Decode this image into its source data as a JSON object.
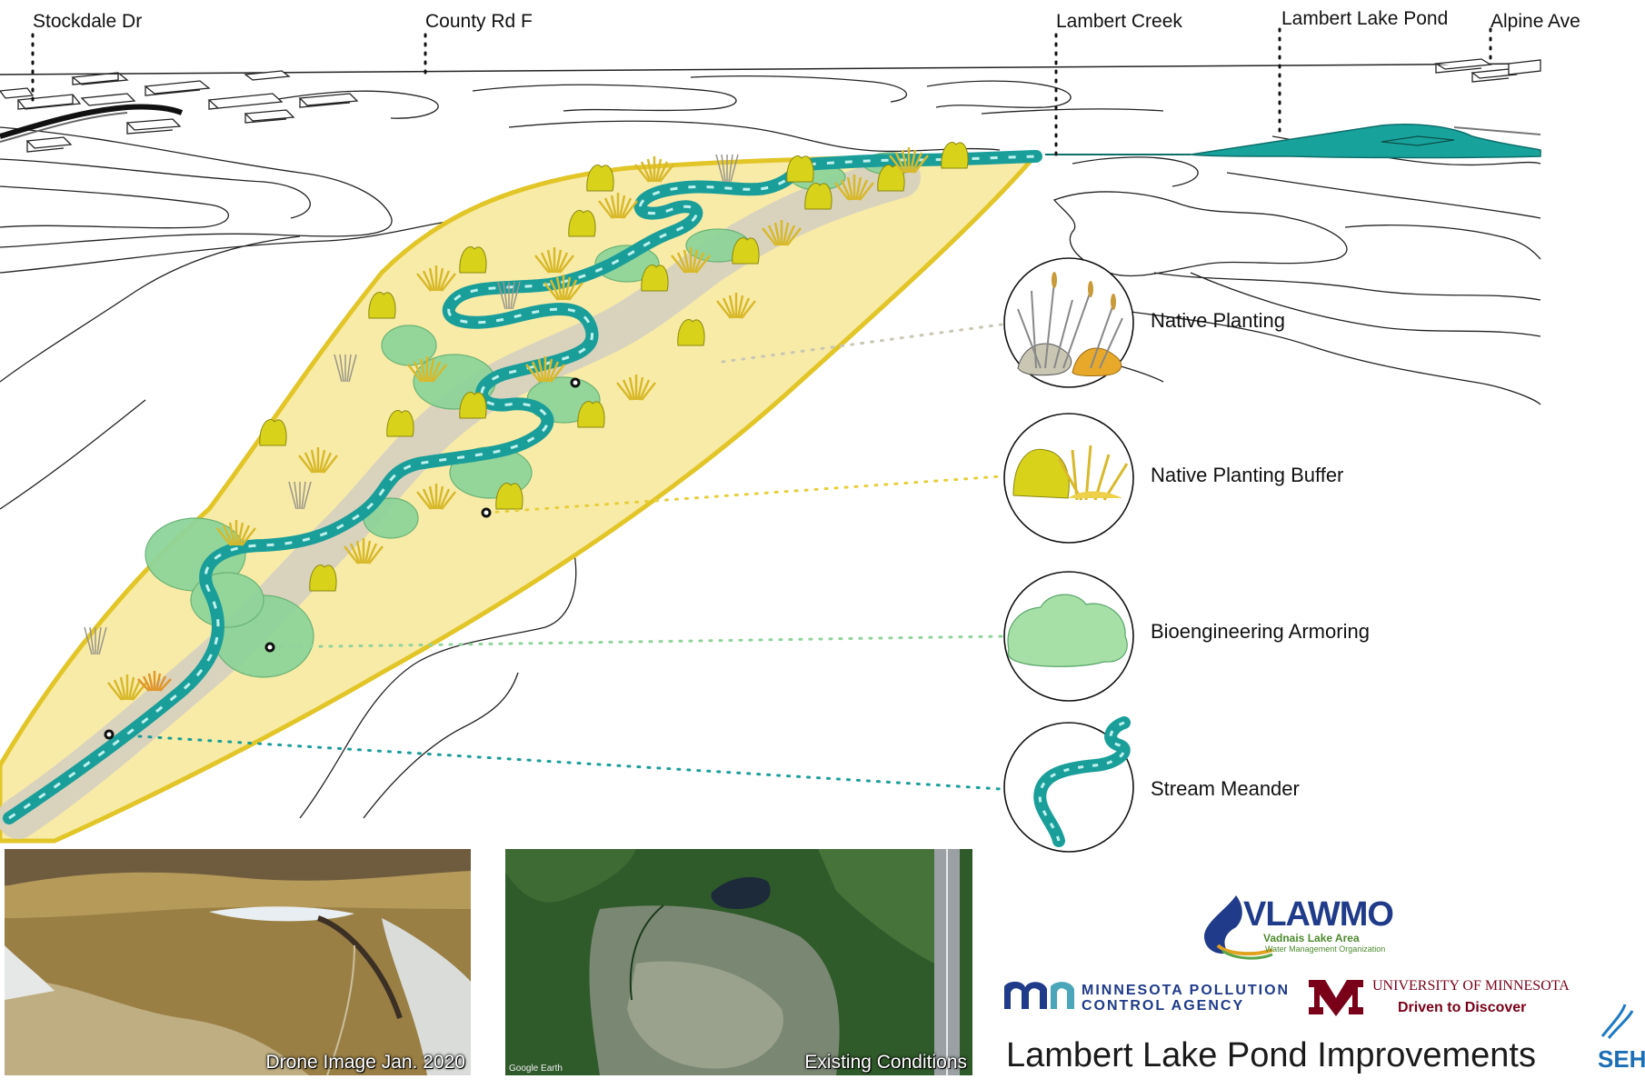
{
  "road_labels": [
    {
      "key": "stockdale",
      "text": "Stockdale Dr"
    },
    {
      "key": "countyf",
      "text": "County Rd F"
    },
    {
      "key": "lambertcreek",
      "text": "Lambert Creek"
    },
    {
      "key": "lambertpond",
      "text": "Lambert Lake Pond"
    },
    {
      "key": "alpine",
      "text": "Alpine Ave"
    }
  ],
  "legend": [
    {
      "key": "native",
      "label": "Native Planting",
      "icon": "native-planting-icon",
      "color": "#c9c6b3"
    },
    {
      "key": "buffer",
      "label": "Native Planting Buffer",
      "icon": "native-planting-buffer-icon",
      "color": "#e6cf3a"
    },
    {
      "key": "bio",
      "label": "Bioengineering Armoring",
      "icon": "bioengineering-armoring-icon",
      "color": "#8fd49a"
    },
    {
      "key": "stream",
      "label": "Stream Meander",
      "icon": "stream-meander-icon",
      "color": "#1a9e9a"
    }
  ],
  "photos": {
    "drone": {
      "caption": "Drone Image Jan. 2020"
    },
    "aerial": {
      "caption": "Existing Conditions",
      "credit": "Google Earth"
    }
  },
  "logos": {
    "vlawmo": {
      "name": "VLAWMO",
      "line1": "Vadnais Lake Area",
      "line2": "Water Management Organization"
    },
    "mpca": {
      "mark": "m",
      "mark2": "n",
      "line1": "MINNESOTA POLLUTION",
      "line2": "CONTROL AGENCY"
    },
    "umn": {
      "line1": "UNIVERSITY OF MINNESOTA",
      "line2": "Driven to Discover"
    },
    "seh": {
      "text": "SEH"
    }
  },
  "title": "Lambert Lake Pond Improvements",
  "colors": {
    "site_fill": "#f8eba8",
    "site_border": "#e2c526",
    "stream": "#1a9e9a",
    "pond": "#17a39b",
    "bio": "#8fd49a",
    "path": "#d9d3bd"
  }
}
